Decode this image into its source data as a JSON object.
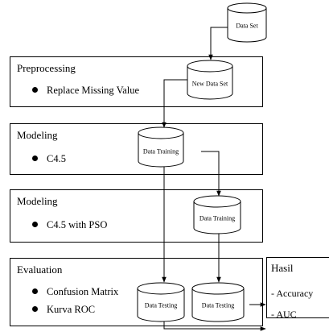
{
  "datasource": {
    "label": "Data Set"
  },
  "stages": [
    {
      "title": "Preprocessing",
      "items": [
        "Replace Missing Value"
      ],
      "db_label": "New Data Set"
    },
    {
      "title": "Modeling",
      "items": [
        "C4.5"
      ],
      "db_label": "Data Training"
    },
    {
      "title": "Modeling",
      "items": [
        "C4.5 with PSO"
      ],
      "db_label": "Data Training"
    },
    {
      "title": "Evaluation",
      "items": [
        "Confusion Matrix",
        "Kurva ROC"
      ],
      "db_labels": [
        "Data Testing",
        "Data Testing"
      ]
    }
  ],
  "result": {
    "title": "Hasil",
    "items": [
      "- Accuracy",
      "- AUC"
    ]
  }
}
